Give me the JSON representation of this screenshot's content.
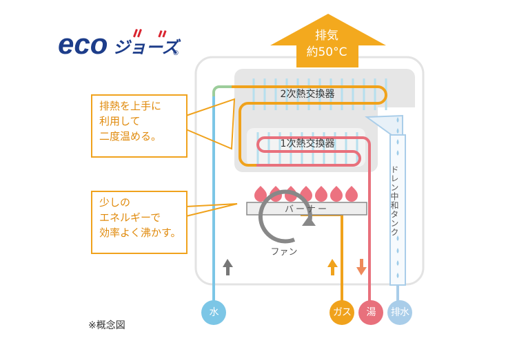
{
  "logo": {
    "text": "eco",
    "katakana": "ジョーズ",
    "mark": "®"
  },
  "exhaust": {
    "line1": "排気",
    "line2": "約50°C"
  },
  "components": {
    "secondary_hx": "2次熱交換器",
    "primary_hx": "1次熱交換器",
    "burner": "バーナー",
    "fan": "ファン",
    "drain_tank": "ドレン中和タンク"
  },
  "callouts": {
    "heat": [
      "排熱を上手に",
      "利用して",
      "二度温める。"
    ],
    "energy": [
      "少しの",
      "エネルギーで",
      "効率よく沸かす。"
    ]
  },
  "pipes": {
    "water": "水",
    "gas": "ガス",
    "hot": "湯",
    "drain": "排水"
  },
  "note": "※概念図",
  "colors": {
    "water": "#7cc6e6",
    "gas": "#f0a21c",
    "hot": "#e8707c",
    "drain": "#a9cde9",
    "green": "#9ccd9b"
  }
}
